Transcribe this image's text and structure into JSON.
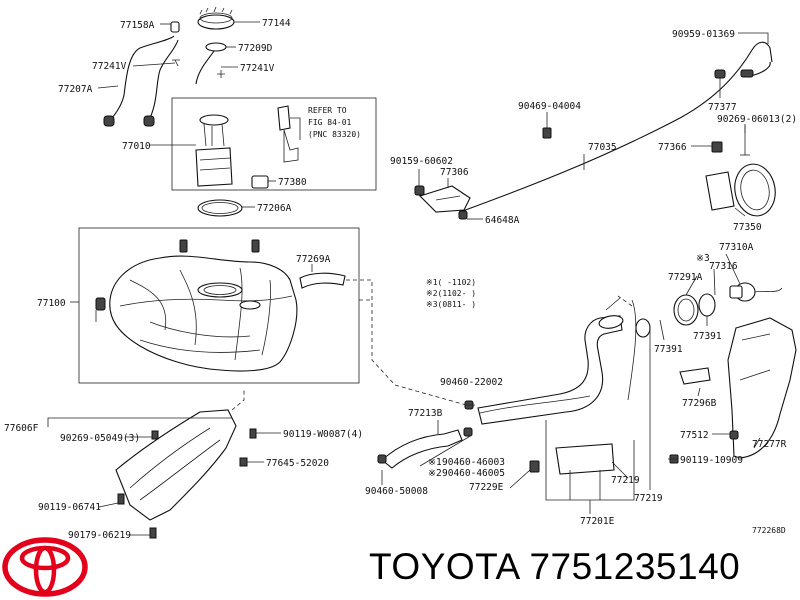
{
  "diagram": {
    "part_labels": {
      "p77158A": "77158A",
      "p77144": "77144",
      "p77209D": "77209D",
      "p77241V_a": "77241V",
      "p77241V_b": "77241V",
      "p77207A": "77207A",
      "p77010": "77010",
      "p77380": "77380",
      "p77206A": "77206A",
      "p77100": "77100",
      "p77269A": "77269A",
      "p77606F": "77606F",
      "p90269_05049": "90269-05049(3)",
      "p90119_W0087": "90119-W0087(4)",
      "p77645": "77645-52020",
      "p90119_06741": "90119-06741",
      "p90179_06219": "90179-06219",
      "p90959_01369": "90959-01369",
      "p77377": "77377",
      "p90469_04004": "90469-04004",
      "p90269_06013": "90269-06013(2)",
      "p77035": "77035",
      "p77366": "77366",
      "p90159_60602": "90159-60602",
      "p77306": "77306",
      "p64648A": "64648A",
      "p77350": "77350",
      "p77310A": "77310A",
      "p77316": "77316",
      "p77291A": "77291A",
      "p77391_a": "77391",
      "p77391_b": "77391",
      "p77296B": "77296B",
      "p77512": "77512",
      "p77277R": "77277R",
      "p90460_22002": "90460-22002",
      "p77213B": "77213B",
      "p90460_46003": "90460-46003",
      "p90460_46005": "90460-46005",
      "p90460_50008": "90460-50008",
      "p77229E": "77229E",
      "p77219_a": "77219",
      "p77219_b": "77219",
      "p77201E": "77201E",
      "p90119_10909": "90119-10909"
    },
    "refer_note": {
      "line1": "REFER TO",
      "line2": "FIG 84-01",
      "line3": "(PNC 83320)"
    },
    "markers": {
      "m1": "※1",
      "m2": "※2",
      "m3": "※3",
      "m3_tag": "※3",
      "m1_tag": "※1",
      "m2_tag": "※2"
    },
    "date_notes": {
      "d1": "※1(   -1102)",
      "d2": "※2(1102-   )",
      "d3": "※3(0811-   )"
    },
    "figure_code": "772268D"
  },
  "brand": {
    "name": "TOYOTA",
    "part_number": "7751235140"
  },
  "colors": {
    "ink": "#111111",
    "background": "#ffffff",
    "logo": "#e2001a"
  }
}
